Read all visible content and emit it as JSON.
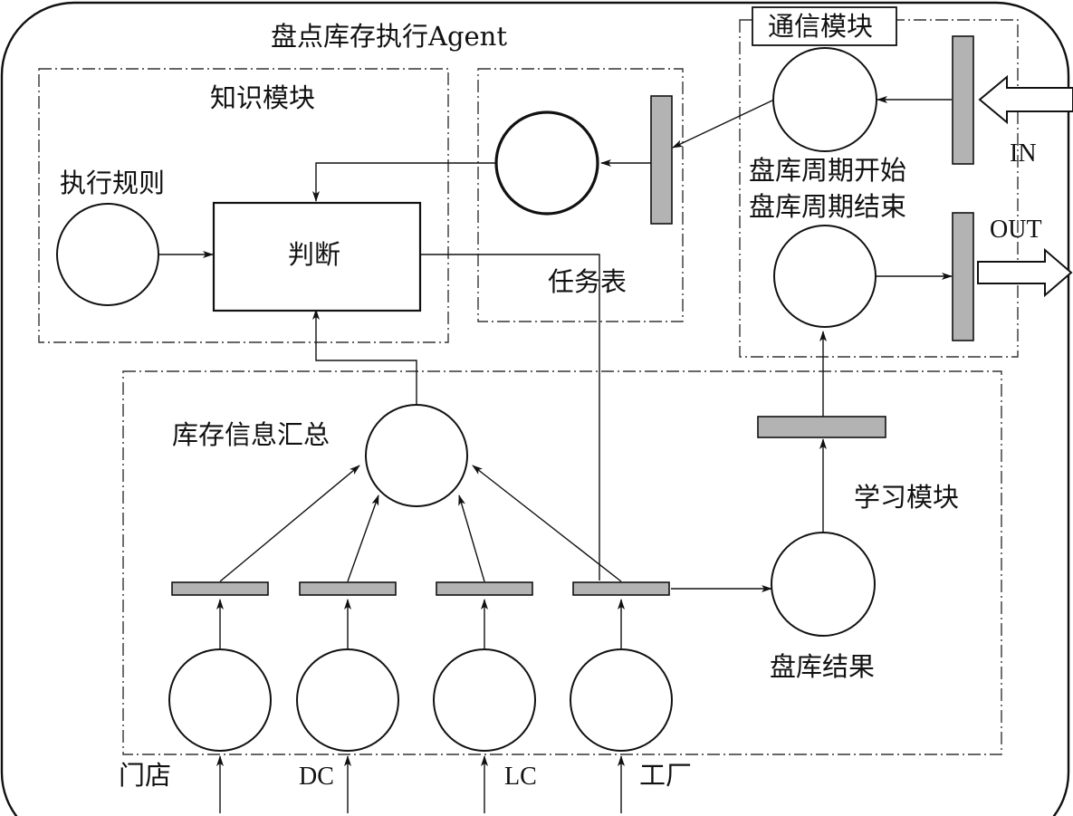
{
  "diagram": {
    "agent_title": "盘点库存执行Agent",
    "modules": {
      "knowledge": "知识模块",
      "communication": "通信模块",
      "learning": "学习模块"
    },
    "labels": {
      "exec_rules": "执行规则",
      "judge": "判断",
      "task_table": "任务表",
      "cycle_start": "盘库周期开始",
      "cycle_end": "盘库周期结束",
      "inventory_summary": "库存信息汇总",
      "inventory_result": "盘库结果",
      "in": "IN",
      "out": "OUT"
    },
    "sources": [
      "门店",
      "DC",
      "LC",
      "工厂"
    ]
  }
}
